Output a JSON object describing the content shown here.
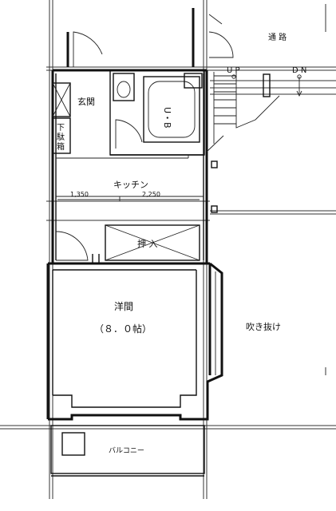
{
  "labels": {
    "corridor": "通 路",
    "up": "U P",
    "down": "D N",
    "entrance": "玄関",
    "unit_bath": "U・B",
    "shoe_box": "下\n駄\n箱",
    "shoe_box_chars": [
      "下",
      "駄",
      "箱"
    ],
    "kitchen": "キッチン",
    "closet": "押 入",
    "western_room": "洋間",
    "western_room_size": "（８．０帖）",
    "void": "吹き抜け",
    "balcony": "バルコニー",
    "dim_left": "1,350",
    "dim_right": "2,250"
  },
  "colors": {
    "line": "#111111",
    "background": "#ffffff"
  }
}
